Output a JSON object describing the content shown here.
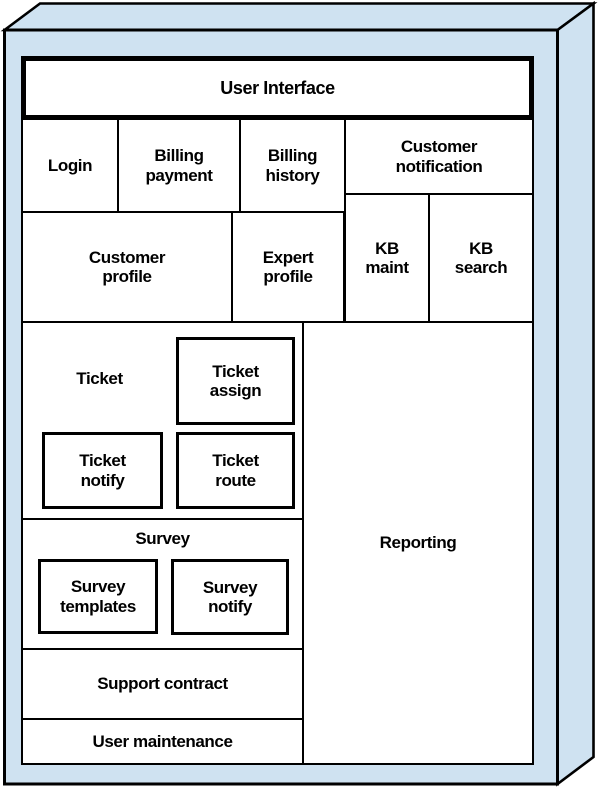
{
  "diagram": {
    "kind": "monolithic-application-modules",
    "colors": {
      "slab_fill": "#cfe2f1",
      "outline": "#000000",
      "module_fill": "#ffffff",
      "text": "#000000"
    },
    "modules": {
      "user_interface": "User Interface",
      "login": "Login",
      "billing_payment": "Billing payment",
      "billing_history": "Billing history",
      "customer_notification": "Customer notification",
      "customer_profile": "Customer profile",
      "expert_profile": "Expert profile",
      "kb_maint": "KB maint",
      "kb_search": "KB search",
      "ticket": "Ticket",
      "ticket_assign": "Ticket assign",
      "ticket_notify": "Ticket notify",
      "ticket_route": "Ticket route",
      "survey": "Survey",
      "survey_templates": "Survey templates",
      "survey_notify": "Survey notify",
      "support_contract": "Support contract",
      "user_maintenance": "User maintenance",
      "reporting": "Reporting"
    }
  }
}
